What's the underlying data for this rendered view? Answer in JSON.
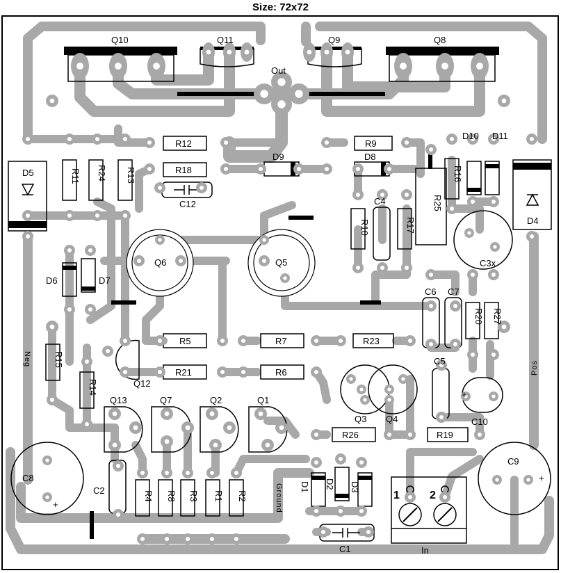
{
  "title": "Size: 72x72",
  "labels": {
    "Q10": "Q10",
    "Q11": "Q11",
    "Q9": "Q9",
    "Q8": "Q8",
    "Out": "Out",
    "R12": "R12",
    "R18": "R18",
    "R9": "R9",
    "D9": "D9",
    "D8": "D8",
    "D10": "D10",
    "D11": "D11",
    "D5": "D5",
    "D4": "D4",
    "R11": "R11",
    "R24": "R24",
    "R13": "R13",
    "R16": "R16",
    "R25": "R25",
    "C12": "C12",
    "C4": "C4",
    "R10": "R10",
    "R17": "R17",
    "C3x": "C3x",
    "Q6": "Q6",
    "Q5": "Q5",
    "D6": "D6",
    "D7": "D7",
    "C6": "C6",
    "C7": "C7",
    "R20": "R20",
    "R27": "R27",
    "R5": "R5",
    "R7": "R7",
    "R23": "R23",
    "R21": "R21",
    "R6": "R6",
    "Neg": "Neg",
    "Pos": "Pos",
    "R15": "R15",
    "R14": "R14",
    "Q12": "Q12",
    "C5": "C5",
    "C10": "C10",
    "Q3": "Q3",
    "Q4": "Q4",
    "Q13": "Q13",
    "Q7": "Q7",
    "Q2": "Q2",
    "Q1": "Q1",
    "R26": "R26",
    "R19": "R19",
    "C8": "C8",
    "C9": "C9",
    "C2": "C2",
    "R4": "R4",
    "R8": "R8",
    "R3": "R3",
    "R1": "R1",
    "R2": "R2",
    "Ground": "Ground",
    "D1": "D1",
    "D2": "D2",
    "D3": "D3",
    "C1": "C1",
    "In": "In",
    "T1": "1",
    "T2": "2",
    "plus8": "+",
    "plus9": "+",
    "plus10": "+"
  }
}
